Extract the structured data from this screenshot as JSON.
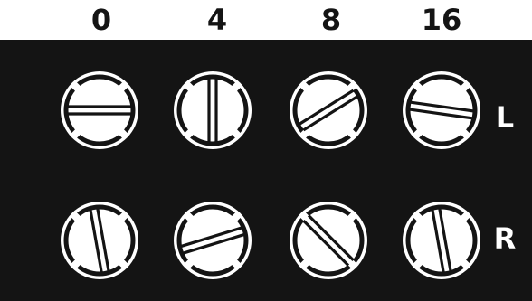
{
  "columns": [
    "0",
    "4",
    "8",
    "16"
  ],
  "rows": [
    {
      "label": "L",
      "angles_deg": [
        0,
        90,
        -32,
        8
      ]
    },
    {
      "label": "R",
      "angles_deg": [
        80,
        -17,
        45,
        80
      ]
    }
  ],
  "colors": {
    "panel": "#141414",
    "knob": "#ffffff",
    "ink": "#141414"
  }
}
